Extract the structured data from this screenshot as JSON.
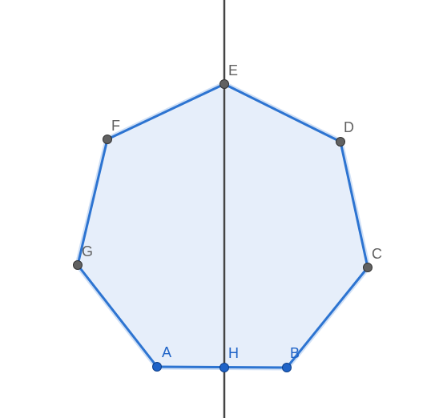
{
  "colors": {
    "polygon_fill": "#e6eefa",
    "polygon_stroke": "#2d74d1",
    "polygon_glow": "#a9c7ee",
    "line": "#444444",
    "free_point": "#616161",
    "dependent_point": "#1f63c7",
    "free_label": "#616161",
    "dependent_label": "#1f63c7"
  },
  "points": {
    "A": {
      "label": "A"
    },
    "B": {
      "label": "B"
    },
    "C": {
      "label": "C"
    },
    "D": {
      "label": "D"
    },
    "E": {
      "label": "E"
    },
    "F": {
      "label": "F"
    },
    "G": {
      "label": "G"
    },
    "H": {
      "label": "H"
    }
  }
}
